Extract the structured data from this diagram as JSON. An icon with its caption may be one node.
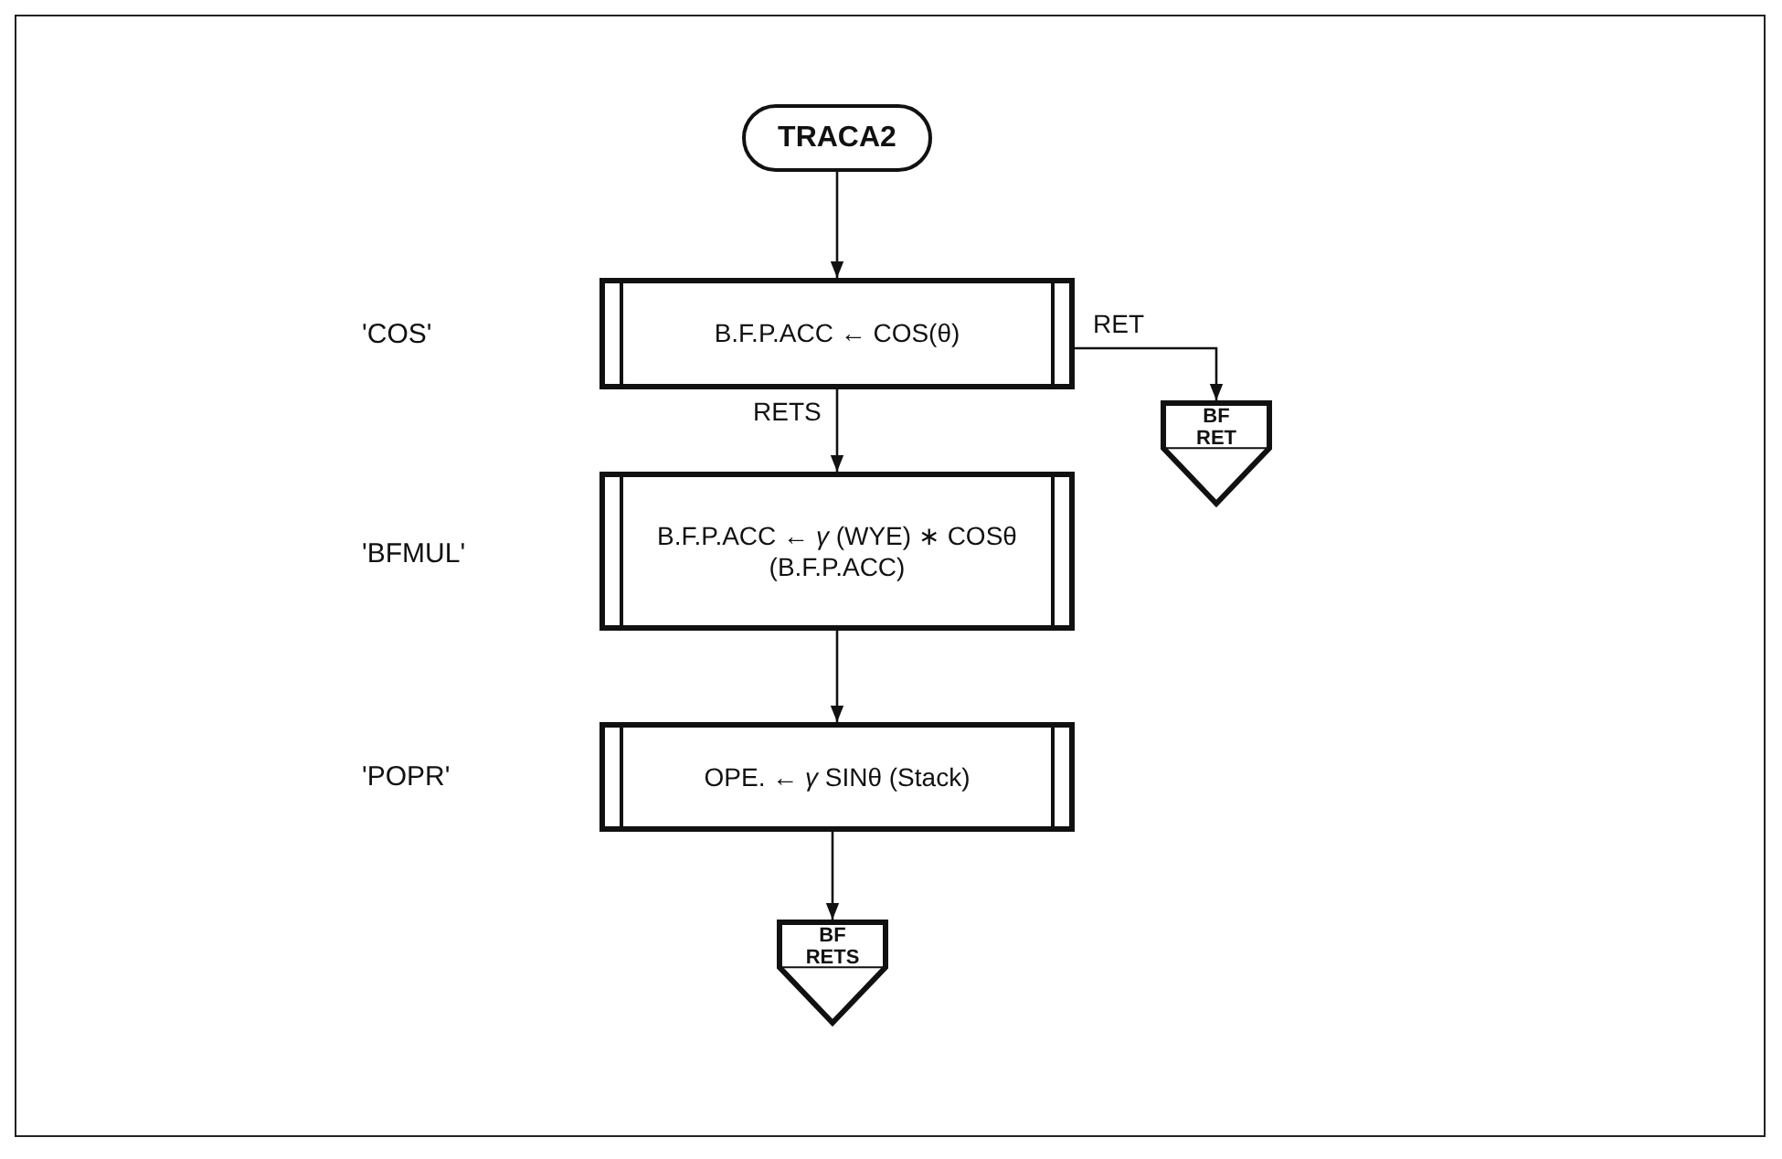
{
  "diagram": {
    "nodes": [
      {
        "text": [
          "TRACA2"
        ]
      },
      {
        "text": [
          "B.F.P.ACC ← COS(θ)"
        ]
      },
      {
        "text": [
          "BF RET"
        ]
      },
      {
        "text": [
          "B.F.P.ACC ← *γ* (WYE) ∗ COSθ (B.F.P.ACC)"
        ]
      },
      {
        "text": [
          "OPE. ← *γ* SINθ (Stack)"
        ]
      },
      {
        "text": [
          "BF RETS"
        ]
      }
    ],
    "edges": [
      {
        "from": 0,
        "to": 1,
        "arrow": "to"
      },
      {
        "from": 1,
        "to": 2,
        "arrow": "to",
        "label": "RET"
      },
      {
        "from": 1,
        "to": 3,
        "arrow": "to",
        "label": "RETS"
      },
      {
        "from": 3,
        "to": 4,
        "arrow": "to"
      },
      {
        "from": 4,
        "to": 5,
        "arrow": "to"
      }
    ],
    "labels": [
      "'COS'",
      "'BFMUL'",
      "'POPR'"
    ]
  }
}
